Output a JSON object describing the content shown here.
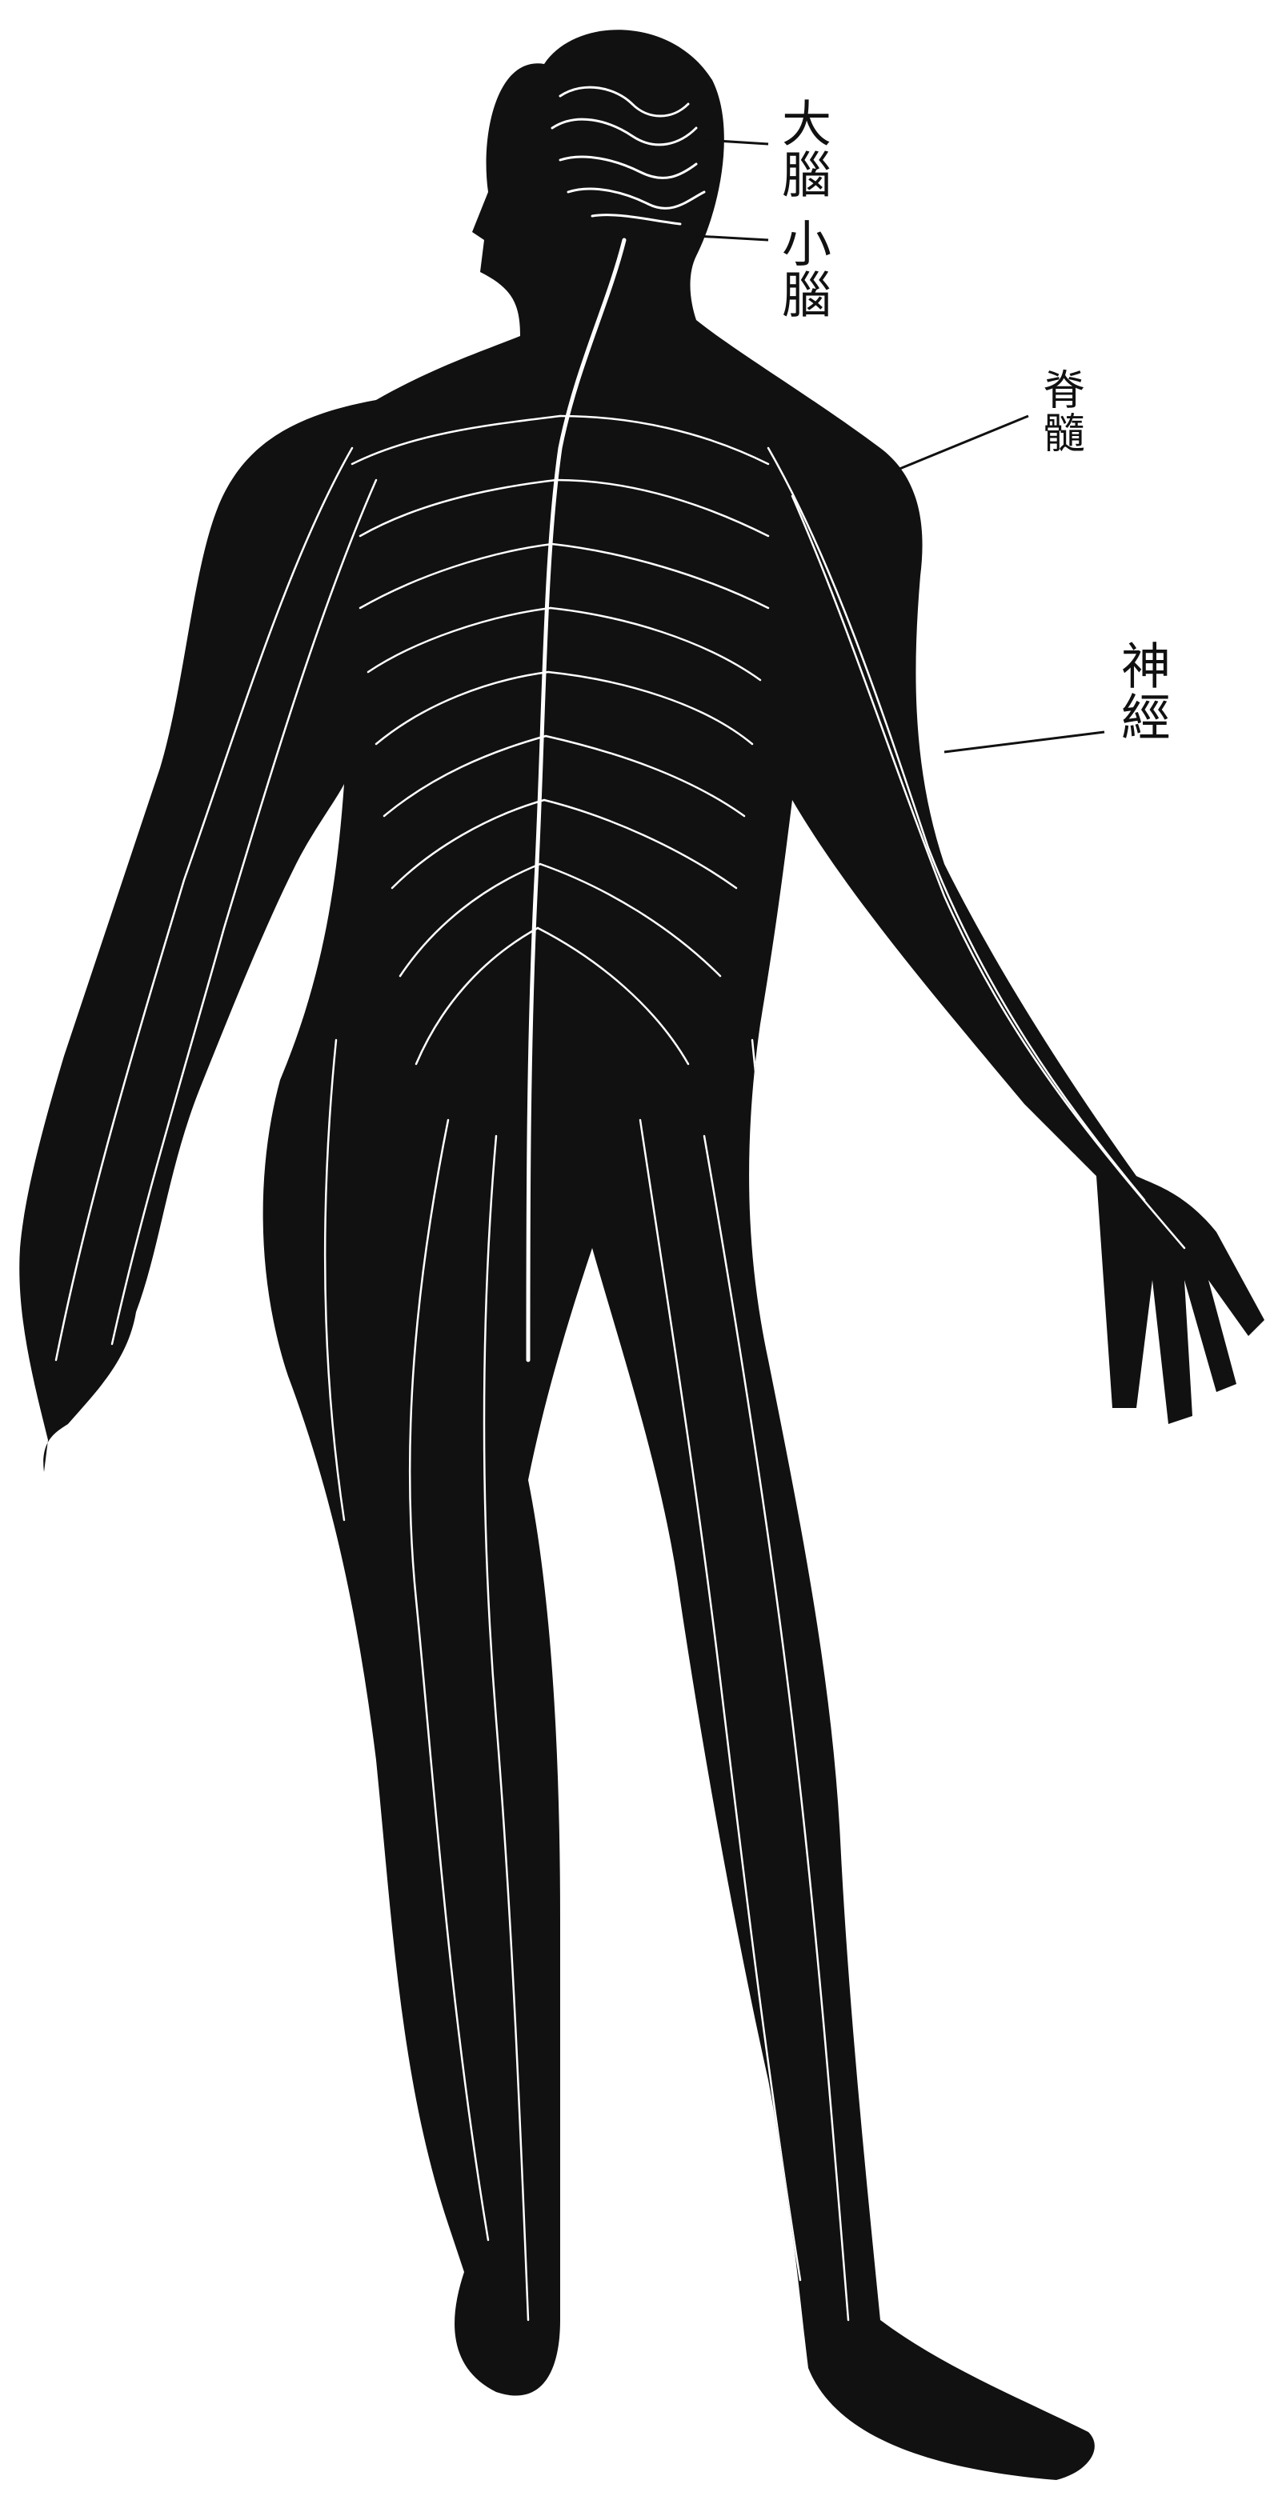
{
  "labels": {
    "cerebrum": "大腦",
    "cerebellum": "小腦",
    "spinal_cord": "脊髓",
    "nerve": "神經"
  },
  "colors": {
    "ink": "#111111",
    "paper": "#ffffff",
    "nerve_lines": "#ffffff"
  }
}
